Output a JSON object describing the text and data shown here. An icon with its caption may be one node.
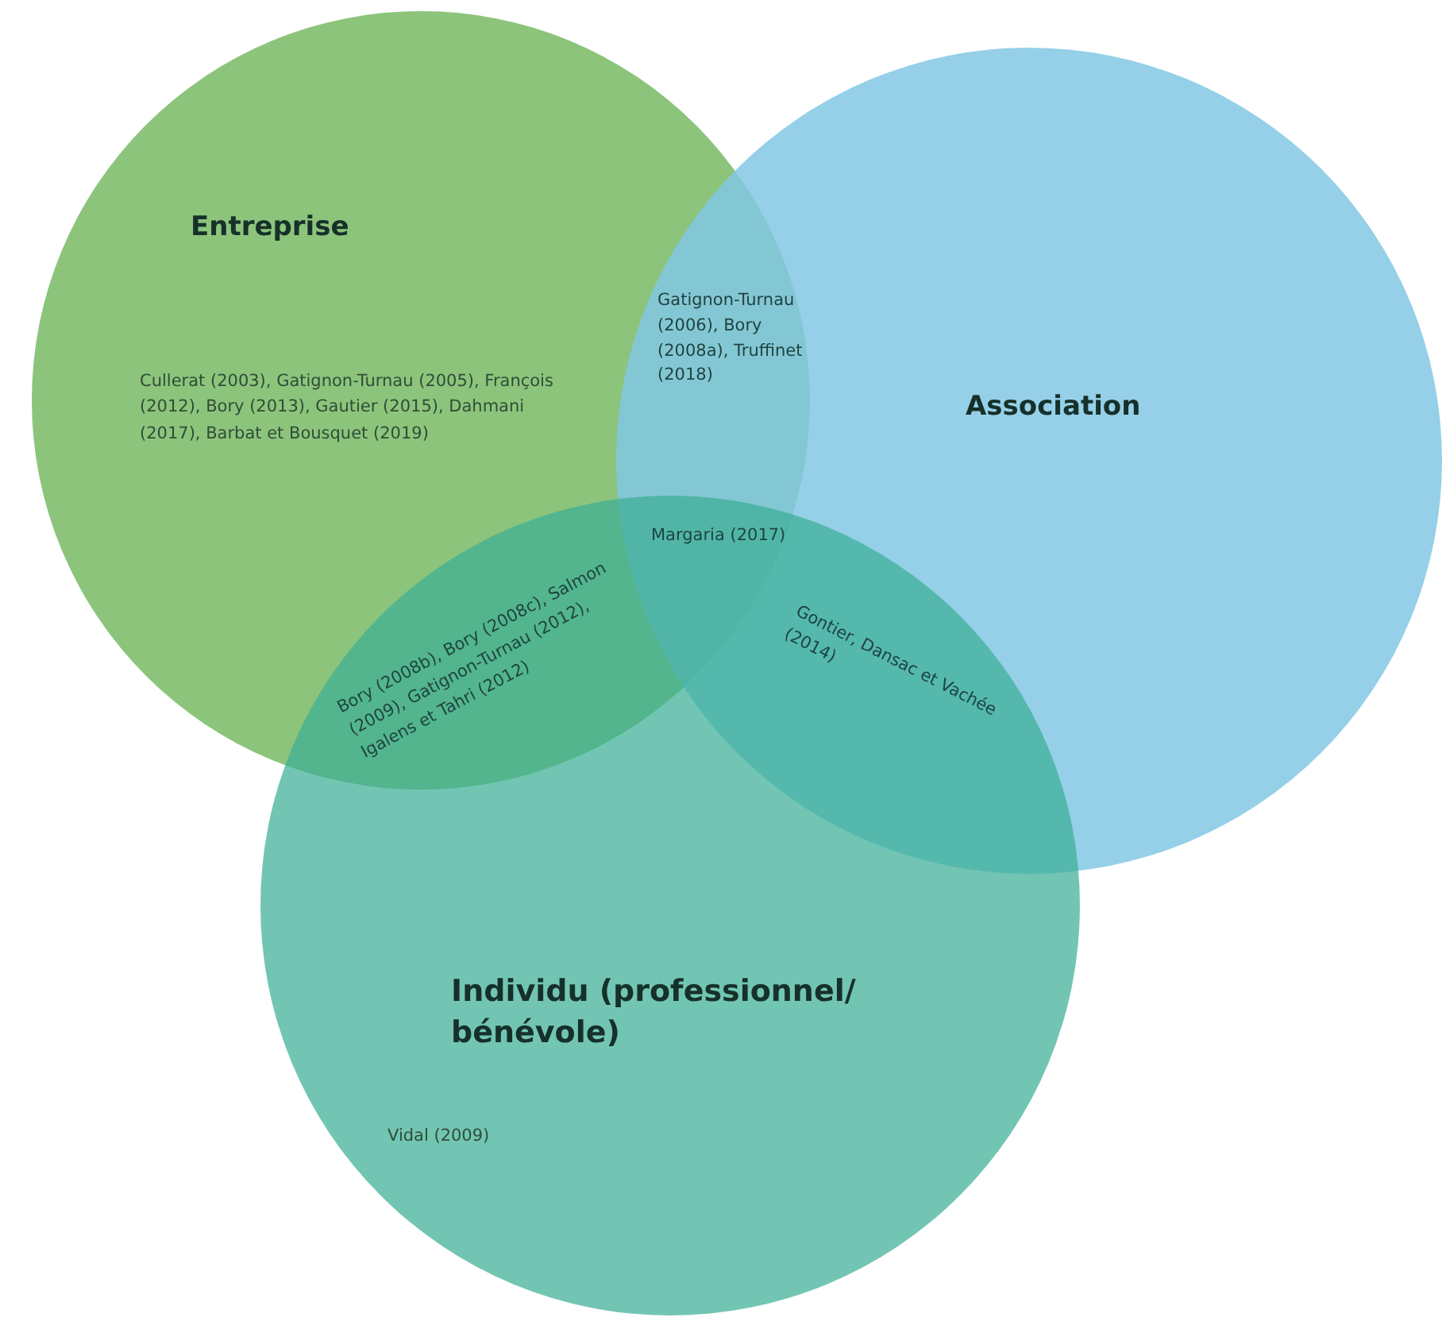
{
  "diagram": {
    "nodes": [
      {
        "text": [
          "Entreprise",
          "Cullerat (2003), Gatignon-Turnau (2005), François (2012), Bory (2013), Gautier (2015), Dahmani (2017), Barbat et Bousquet (2019)"
        ]
      },
      {
        "text": [
          "Association"
        ]
      },
      {
        "text": [
          "Individu (professionnel/ bénévole)",
          "Vidal (2009)"
        ]
      }
    ],
    "labels": [
      "Gatignon-Turnau (2006), Bory (2008a), Truffinet (2018)",
      "Margaria (2017)",
      "Bory (2008b), Bory (2008c), Salmon (2009), Gatignon-Turnau (2012), Igalens et Tahri (2012)",
      "Gontier, Dansac et Vachée (2014)"
    ]
  }
}
